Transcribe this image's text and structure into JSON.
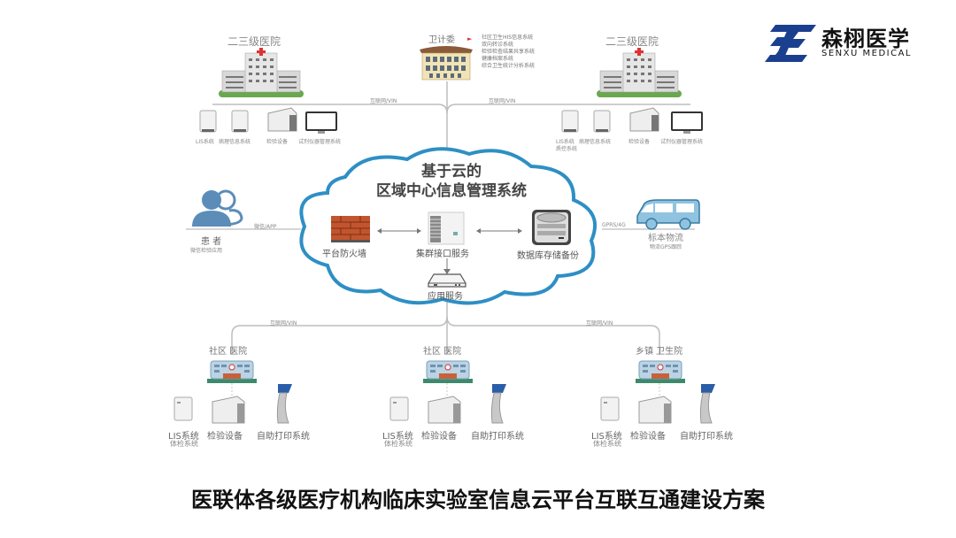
{
  "logo": {
    "name_cn": "森栩医学",
    "name_en": "SENXU MEDICAL",
    "brand_color": "#1b3f8f"
  },
  "top": {
    "left_hospital": {
      "title": "二三级医院",
      "devices": [
        "LIS系统",
        "病理信息系统",
        "检验设备",
        "试剂仪器管理系统"
      ]
    },
    "health_commission": {
      "title": "卫计委",
      "systems": [
        "社区卫生HIS信息系统",
        "双向转诊系统",
        "检验检查结果共享系统",
        "健康档案系统",
        "综合卫生统计分析系统"
      ]
    },
    "right_hospital": {
      "title": "二三级医院",
      "devices": [
        "LIS系统",
        "病理信息系统",
        "检验设备",
        "试剂仪器管理系统"
      ],
      "device_sub": "质控系统"
    },
    "link_left": "互联网/VIN",
    "link_right": "互联网/VIN"
  },
  "cloud": {
    "title_line1": "基于云的",
    "title_line2": "区域中心信息管理系统",
    "firewall": "平台防火墙",
    "cluster": "集群接口服务",
    "database": "数据库存储备份",
    "app_service": "应用服务",
    "border_color": "#2e8fc4"
  },
  "patient": {
    "title": "患 者",
    "subtitle": "微信检验应用",
    "link": "微信/APP"
  },
  "logistics": {
    "title": "标本物流",
    "subtitle": "物流GPS跟踪",
    "link": "GPRS/4G"
  },
  "bottom": {
    "link_left": "互联网/VIN",
    "link_right": "互联网/VIN",
    "sites": [
      {
        "title": "社区 医院",
        "lis": "LIS系统",
        "lis_sub": "体检系统",
        "device": "检验设备",
        "kiosk": "自助打印系统"
      },
      {
        "title": "社区 医院",
        "lis": "LIS系统",
        "lis_sub": "体检系统",
        "device": "检验设备",
        "kiosk": "自助打印系统"
      },
      {
        "title": "乡镇 卫生院",
        "lis": "LIS系统",
        "lis_sub": "体检系统",
        "device": "检验设备",
        "kiosk": "自助打印系统"
      }
    ]
  },
  "caption": "医联体各级医疗机构临床实验室信息云平台互联互通建设方案"
}
